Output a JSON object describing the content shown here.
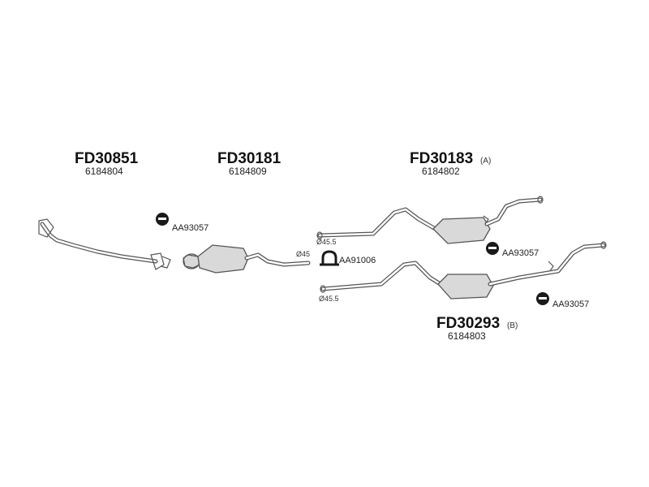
{
  "parts": {
    "front_pipe": {
      "code": "FD30851",
      "oem": "6184804"
    },
    "centre_silencer": {
      "code": "FD30181",
      "oem": "6184809"
    },
    "rear_a": {
      "code": "FD30183",
      "variant": "(A)",
      "oem": "6184802"
    },
    "rear_b": {
      "code": "FD30293",
      "variant": "(B)",
      "oem": "6184803"
    }
  },
  "accessories": {
    "hanger_1": "AA93057",
    "clamp": "AA91006",
    "hanger_2": "AA93057",
    "hanger_3": "AA93057"
  },
  "dimensions": {
    "centre_outlet": "Ø45",
    "rear_a_inlet": "Ø45.5",
    "rear_b_inlet": "Ø45.5"
  },
  "icons": {
    "hanger": "rubber-hanger-icon",
    "clamp": "pipe-clamp-icon"
  }
}
